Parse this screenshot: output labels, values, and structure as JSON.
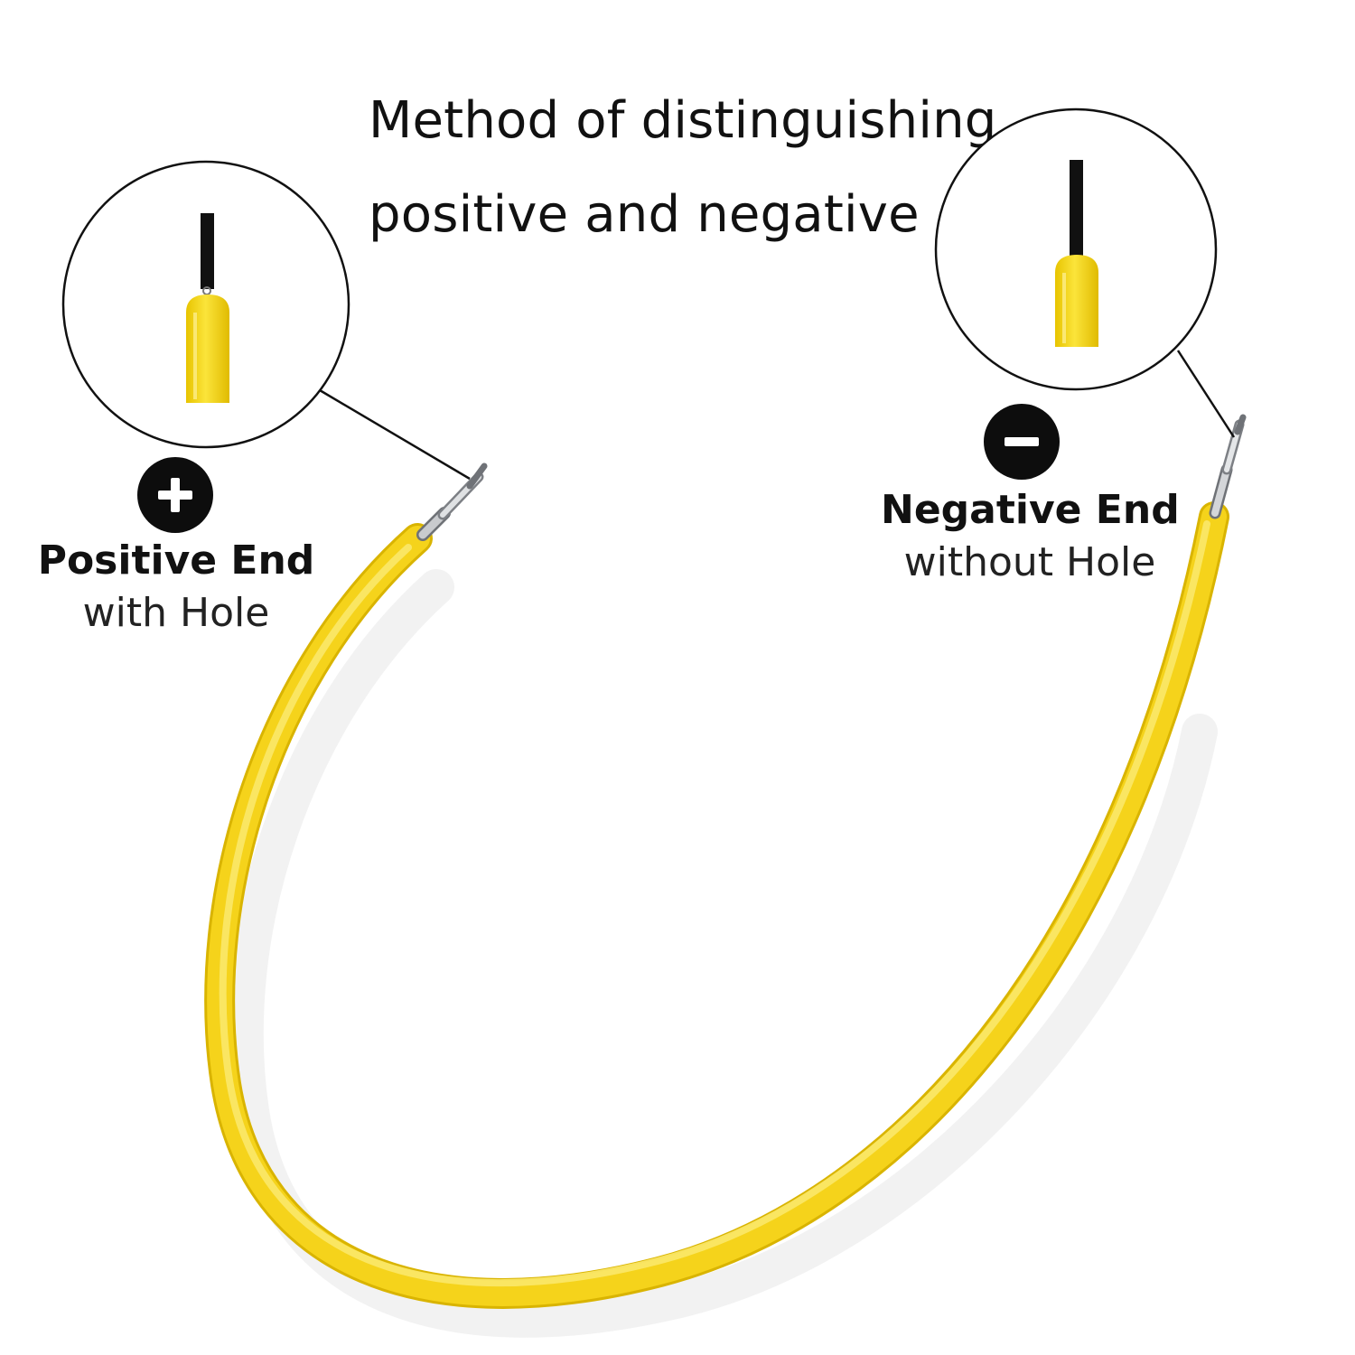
{
  "title": {
    "line1": "Method of distinguishing",
    "line2": "positive and negative"
  },
  "positive": {
    "symbol": "+",
    "label": "Positive End",
    "sublabel": "with Hole"
  },
  "negative": {
    "symbol": "−",
    "label": "Negative End",
    "sublabel": "without Hole"
  },
  "colors": {
    "wire": "#f5d31b",
    "wire_highlight": "#fbe86a",
    "wire_shadow": "#d9b400",
    "pin": "#b9bcc0",
    "badge": "#0d0d0d",
    "background": "#ffffff"
  },
  "icons": [
    "plus-icon",
    "minus-icon",
    "zoom-circle-positive",
    "zoom-circle-negative"
  ]
}
